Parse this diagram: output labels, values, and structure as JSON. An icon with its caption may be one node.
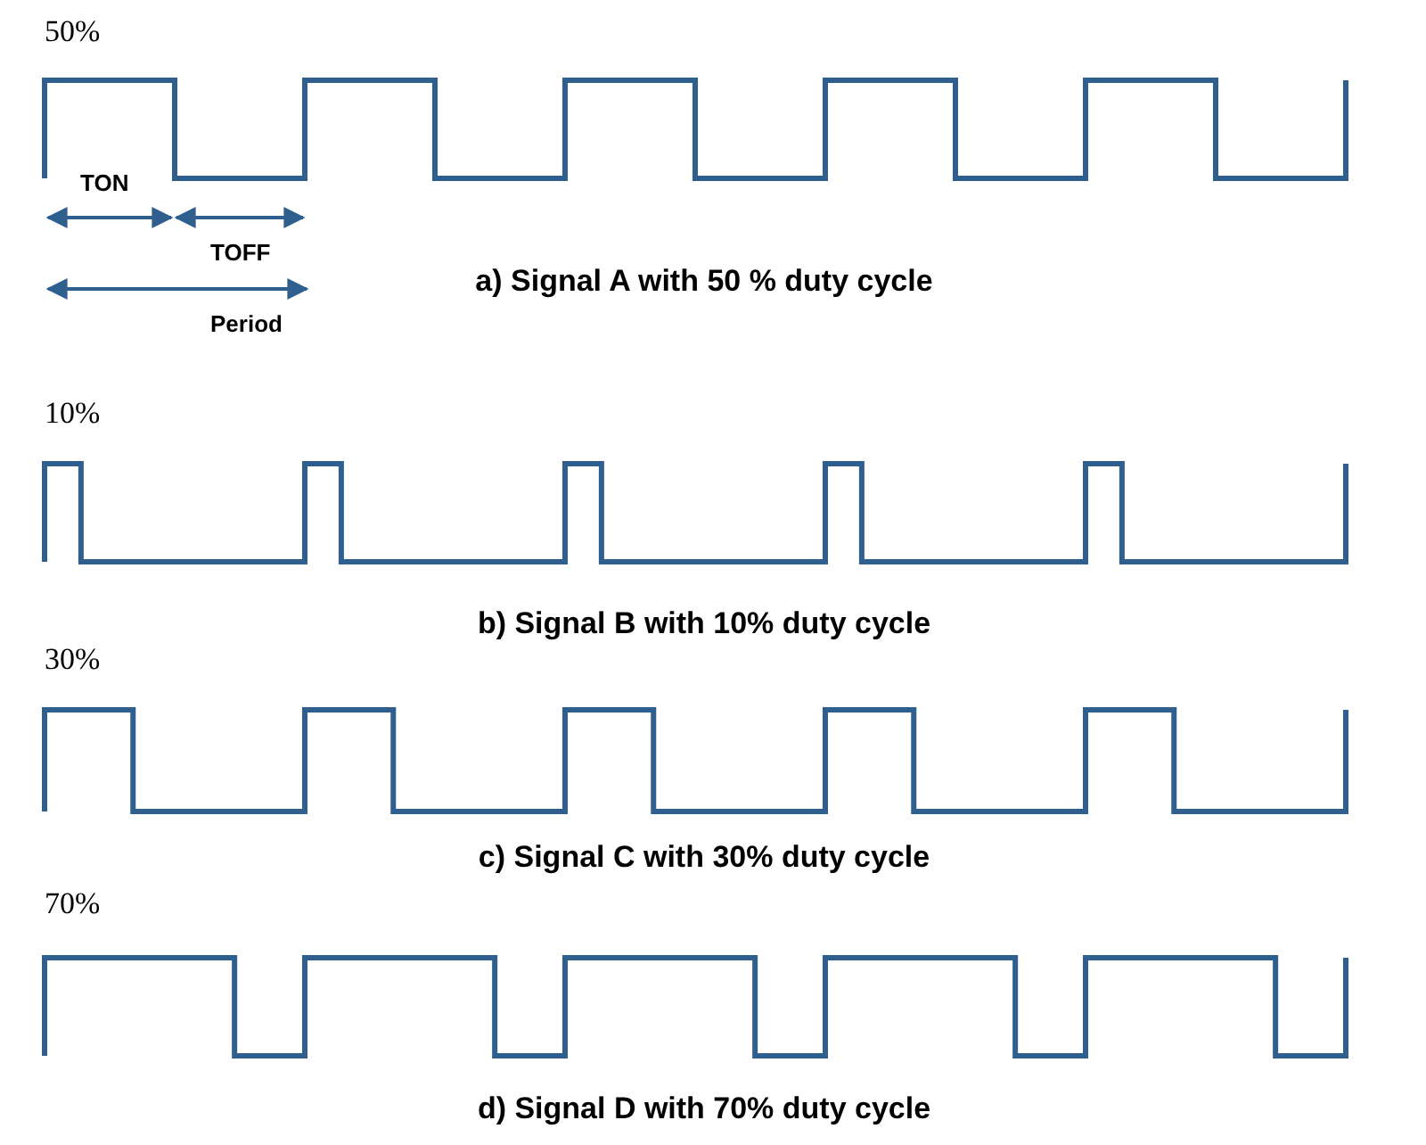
{
  "diagram": {
    "labels": [
      "50%",
      "TON",
      "TOFF",
      "a) Signal A with 50 % duty cycle",
      "Period",
      "10%",
      "b) Signal B with 10% duty cycle",
      "30%",
      "c) Signal C with 30% duty cycle",
      "70%",
      "d) Signal D with 70% duty cycle"
    ]
  }
}
